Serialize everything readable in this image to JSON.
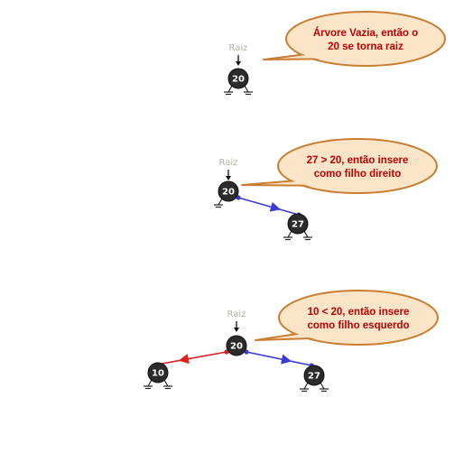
{
  "colors": {
    "node_fill": "#2b2b2b",
    "bubble_fill": "#fbe5c8",
    "bubble_stroke": "#c87d32",
    "bubble_text": "#c00000",
    "right_edge": "#3b3bd6",
    "left_edge": "#e02020",
    "raiz_text": "#b5b0a0"
  },
  "icons": {
    "root_pointer": "down-arrow-icon",
    "null_child": "ground-null-icon"
  },
  "steps": [
    {
      "raiz_label": "Raiz",
      "bubble_lines": [
        "Árvore Vazia, então o",
        "20 se torna raiz"
      ],
      "nodes": [
        {
          "id": "n20",
          "label": "20"
        }
      ]
    },
    {
      "raiz_label": "Raiz",
      "bubble_lines": [
        "27 > 20, então insere",
        "como filho direito"
      ],
      "nodes": [
        {
          "id": "n20",
          "label": "20"
        },
        {
          "id": "n27",
          "label": "27"
        }
      ],
      "edges": [
        {
          "from": "20",
          "to": "27",
          "side": "direito"
        }
      ]
    },
    {
      "raiz_label": "Raiz",
      "bubble_lines": [
        "10 < 20, então insere",
        "como filho esquerdo"
      ],
      "nodes": [
        {
          "id": "n20",
          "label": "20"
        },
        {
          "id": "n10",
          "label": "10"
        },
        {
          "id": "n27",
          "label": "27"
        }
      ],
      "edges": [
        {
          "from": "20",
          "to": "10",
          "side": "esquerdo"
        },
        {
          "from": "20",
          "to": "27",
          "side": "direito"
        }
      ]
    }
  ]
}
